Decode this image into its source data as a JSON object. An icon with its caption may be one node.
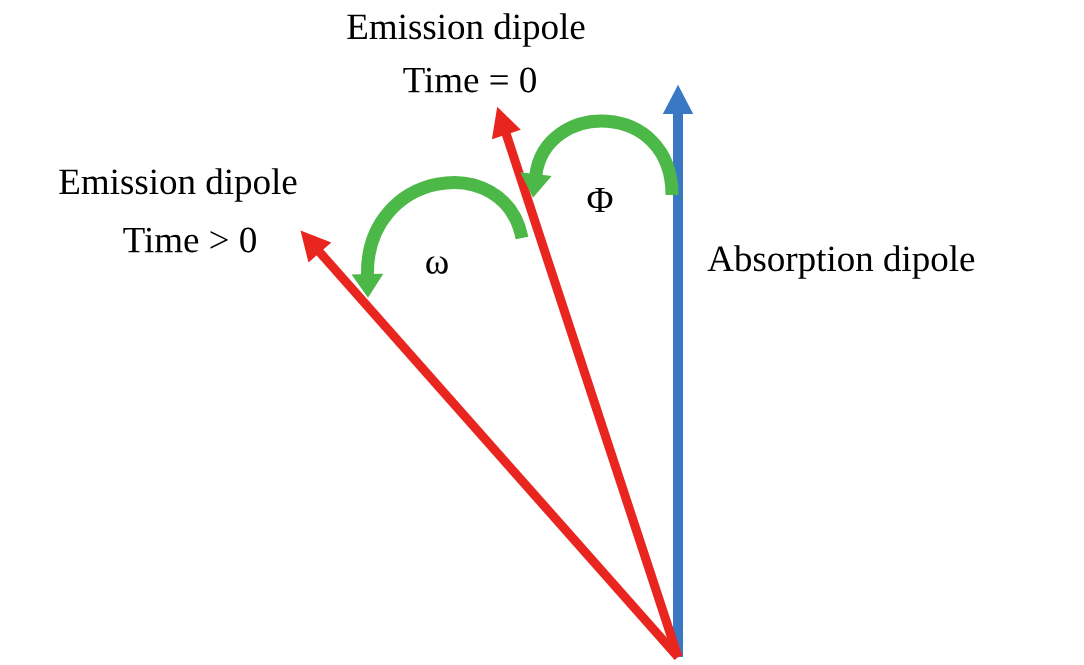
{
  "diagram": {
    "labels": [
      "Emission dipole",
      "Time = 0",
      "Emission dipole",
      "Time > 0",
      "Φ",
      "ω",
      "Absorption dipole"
    ]
  }
}
